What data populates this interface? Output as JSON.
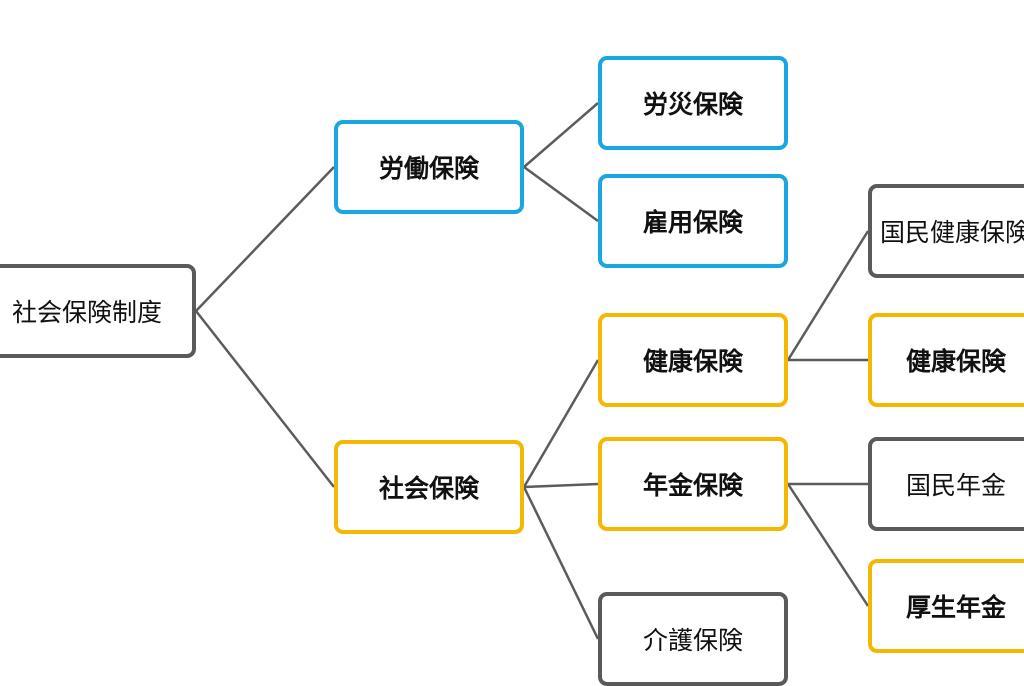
{
  "colors": {
    "gray": "#5a5a5a",
    "blue": "#1aa7e0",
    "yellow": "#f5b800",
    "edge": "#5c5c5c",
    "text": "#111111"
  },
  "nodes": {
    "root": {
      "label": "社会保険制度",
      "color": "gray"
    },
    "rodo": {
      "label": "労働保険",
      "color": "blue"
    },
    "shakai": {
      "label": "社会保険",
      "color": "yellow"
    },
    "rosai": {
      "label": "労災保険",
      "color": "blue"
    },
    "koyo": {
      "label": "雇用保険",
      "color": "blue"
    },
    "kenko": {
      "label": "健康保険",
      "color": "yellow"
    },
    "nenkin": {
      "label": "年金保険",
      "color": "yellow"
    },
    "kaigo": {
      "label": "介護保険",
      "color": "gray"
    },
    "kokuho": {
      "label": "国民健康保険",
      "color": "gray"
    },
    "kenpo": {
      "label": "健康保険",
      "color": "yellow"
    },
    "kokunen": {
      "label": "国民年金",
      "color": "gray"
    },
    "kosei": {
      "label": "厚生年金",
      "color": "yellow"
    }
  },
  "edges": [
    [
      "root",
      "rodo"
    ],
    [
      "root",
      "shakai"
    ],
    [
      "rodo",
      "rosai"
    ],
    [
      "rodo",
      "koyo"
    ],
    [
      "shakai",
      "kenko"
    ],
    [
      "shakai",
      "nenkin"
    ],
    [
      "shakai",
      "kaigo"
    ],
    [
      "kenko",
      "kokuho"
    ],
    [
      "kenko",
      "kenpo"
    ],
    [
      "nenkin",
      "kokunen"
    ],
    [
      "nenkin",
      "kosei"
    ]
  ]
}
